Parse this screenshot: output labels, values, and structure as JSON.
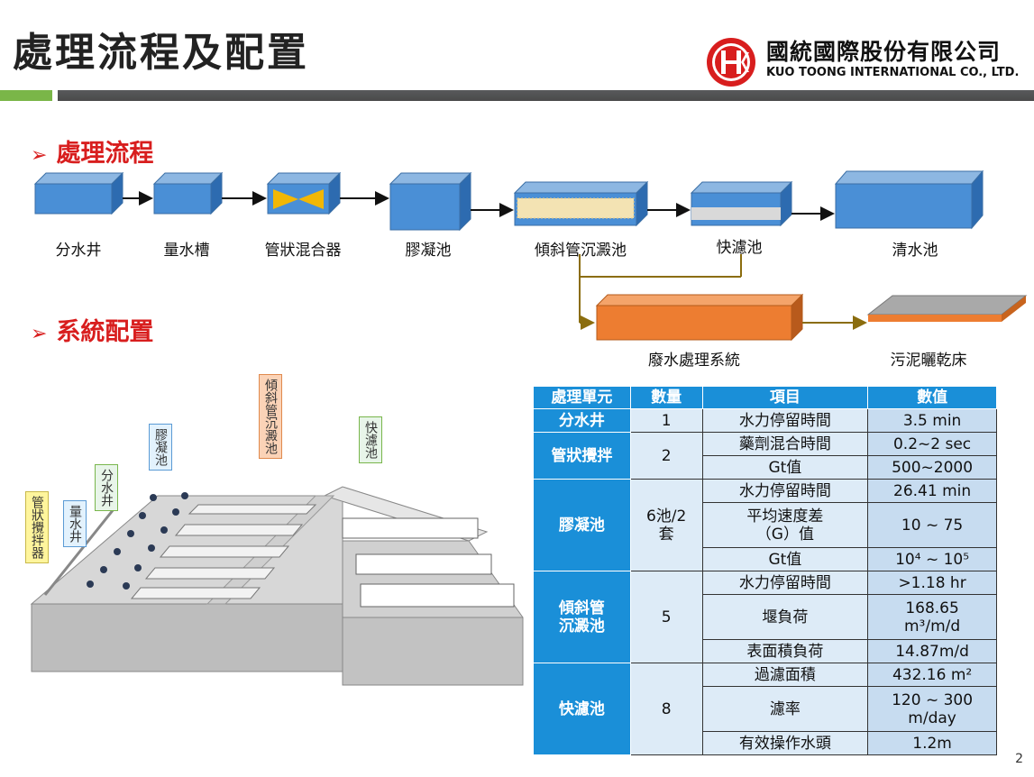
{
  "header": {
    "title": "處理流程及配置",
    "company_zh": "國統國際股份有限公司",
    "company_en": "KUO TOONG INTERNATIONAL CO., LTD.",
    "colors": {
      "accent_green": "#7ab648",
      "bar_gray": "#58595b",
      "logo_red": "#d81e1e"
    }
  },
  "sections": {
    "process": "處理流程",
    "layout": "系統配置"
  },
  "flow": {
    "steps": [
      "分水井",
      "量水槽",
      "管狀混合器",
      "膠凝池",
      "傾斜管沉澱池",
      "快濾池",
      "清水池"
    ],
    "branch": [
      "廢水處理系統",
      "污泥曬乾床"
    ]
  },
  "diagram_tags": {
    "mixer": "管狀攪拌器",
    "meter": "量水井",
    "split": "分水井",
    "floc": "膠凝池",
    "settle": "傾斜管沉澱池",
    "filter": "快濾池"
  },
  "table": {
    "headers": [
      "處理單元",
      "數量",
      "項目",
      "數值"
    ],
    "rows": [
      {
        "unit": "分水井",
        "qty": "1",
        "items": [
          {
            "item": "水力停留時間",
            "value": "3.5 min"
          }
        ]
      },
      {
        "unit": "管狀攪拌",
        "qty": "2",
        "items": [
          {
            "item": "藥劑混合時間",
            "value": "0.2~2 sec"
          },
          {
            "item": "Gt值",
            "value": "500~2000"
          }
        ]
      },
      {
        "unit": "膠凝池",
        "qty": "6池/2套",
        "items": [
          {
            "item": "水力停留時間",
            "value": "26.41 min"
          },
          {
            "item": "平均速度差（G）值",
            "value": "10 ~ 75"
          },
          {
            "item": "Gt值",
            "value": "10⁴ ~ 10⁵"
          }
        ]
      },
      {
        "unit": "傾斜管沉澱池",
        "qty": "5",
        "items": [
          {
            "item": "水力停留時間",
            "value": ">1.18 hr"
          },
          {
            "item": "堰負荷",
            "value": "168.65 m³/m/d"
          },
          {
            "item": "表面積負荷",
            "value": "14.87m/d"
          }
        ]
      },
      {
        "unit": "快濾池",
        "qty": "8",
        "items": [
          {
            "item": "過濾面積",
            "value": "432.16 m²"
          },
          {
            "item": "濾率",
            "value": "120 ~ 300 m/day"
          },
          {
            "item": "有效操作水頭",
            "value": "1.2m"
          }
        ]
      }
    ]
  },
  "page_number": "2"
}
